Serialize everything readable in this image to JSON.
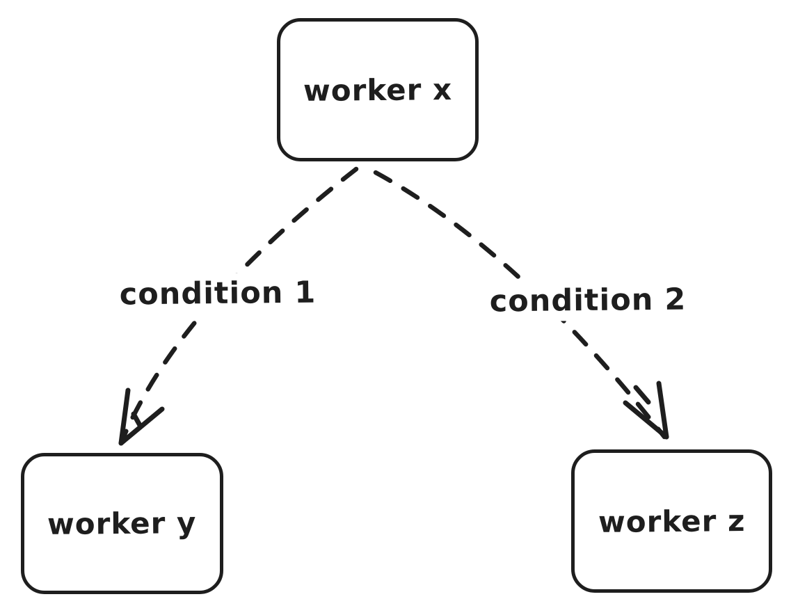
{
  "diagram": {
    "type": "flow-diagram",
    "style": "hand-drawn",
    "colors": {
      "stroke": "#1e1e1e",
      "background": "#ffffff"
    },
    "nodes": [
      {
        "id": "worker-x",
        "label": "worker x",
        "shape": "rounded-rectangle"
      },
      {
        "id": "worker-y",
        "label": "worker y",
        "shape": "rounded-rectangle"
      },
      {
        "id": "worker-z",
        "label": "worker z",
        "shape": "rounded-rectangle"
      }
    ],
    "edges": [
      {
        "from": "worker x",
        "to": "worker y",
        "label": "condition 1",
        "line_style": "dashed",
        "arrowhead": "end"
      },
      {
        "from": "worker x",
        "to": "worker z",
        "label": "condition 2",
        "line_style": "dashed",
        "arrowhead": "end"
      }
    ]
  }
}
